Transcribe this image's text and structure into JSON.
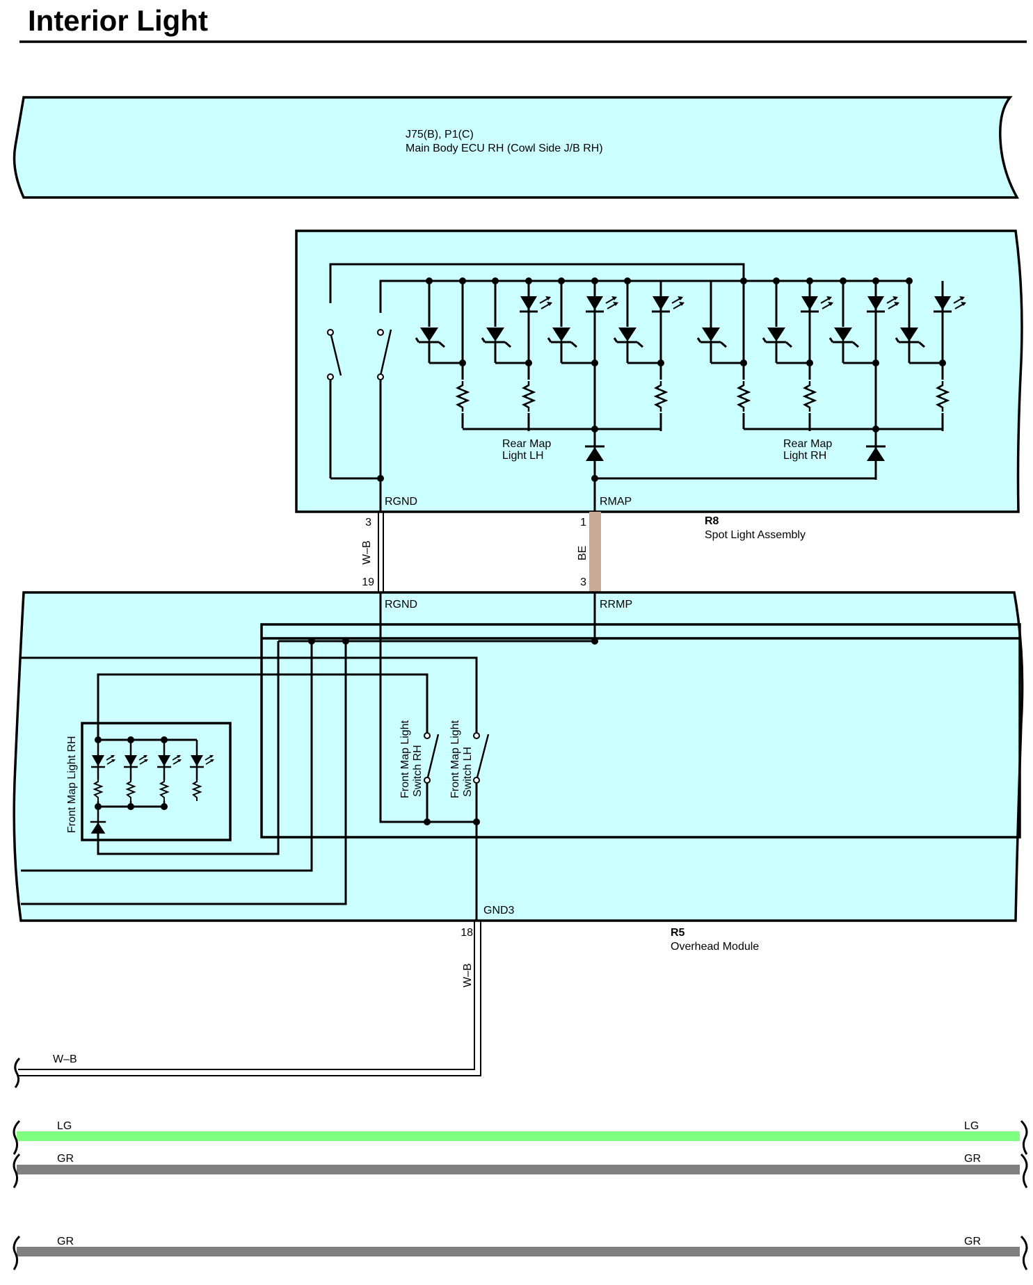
{
  "title": "Interior Light",
  "colors": {
    "module_fill": "#ccffff",
    "wire_lg": "#7fff7f",
    "wire_gr": "#808080",
    "wire_be": "#c8aa96"
  },
  "ecu": {
    "code": "J75(B), P1(C)",
    "name": "Main Body ECU RH (Cowl Side J/B RH)"
  },
  "spot": {
    "code": "R8",
    "name": "Spot Light Assembly",
    "rear_map_lh": [
      "Rear Map",
      "Light LH"
    ],
    "rear_map_rh": [
      "Rear Map",
      "Light RH"
    ],
    "rgnd_label": "RGND",
    "rmap_label": "RMAP",
    "pin_rgnd": "3",
    "pin_rmap": "1"
  },
  "harness": {
    "wire_wb": "W–B",
    "wire_be": "BE",
    "pin_rgnd_r5": "19",
    "pin_rrmp_r5": "3"
  },
  "overhead": {
    "code": "R5",
    "name": "Overhead Module",
    "rgnd_label": "RGND",
    "rrmp_label": "RRMP",
    "gnd3_label": "GND3",
    "pin_gnd3": "18",
    "front_map_light_rh": "Front Map Light RH",
    "switch_rh": [
      "Front Map Light",
      "Switch RH"
    ],
    "switch_lh": [
      "Front Map Light",
      "Switch LH"
    ]
  },
  "ground": {
    "wire": "W–B",
    "wire_out": "W–B"
  },
  "bottom_wires": [
    {
      "left": "LG",
      "right": "LG"
    },
    {
      "left": "GR",
      "right": "GR"
    },
    {
      "left": "GR",
      "right": "GR"
    }
  ]
}
